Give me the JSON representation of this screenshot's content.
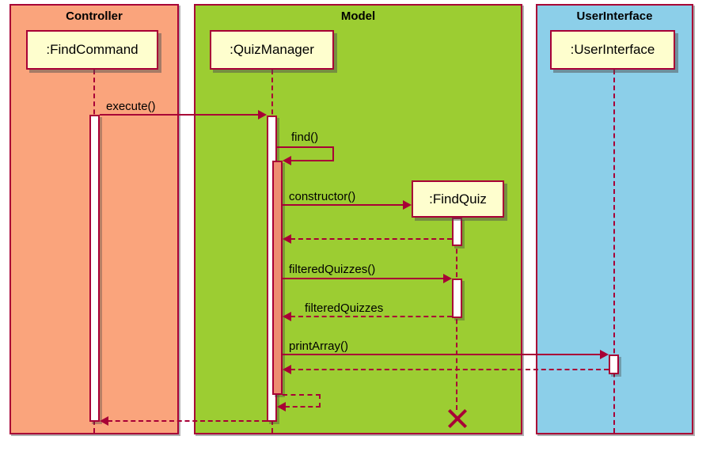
{
  "diagram_type": "uml-sequence-diagram",
  "partitions": [
    {
      "title": "Controller",
      "fill": "#FAA47C"
    },
    {
      "title": "Model",
      "fill": "#9CCD32"
    },
    {
      "title": "UserInterface",
      "fill": "#8CCFE9"
    }
  ],
  "participants": [
    {
      "label": ":FindCommand",
      "partition": "Controller"
    },
    {
      "label": ":QuizManager",
      "partition": "Model"
    },
    {
      "label": ":FindQuiz",
      "partition": "Model",
      "created_during_sequence": true
    },
    {
      "label": ":UserInterface",
      "partition": "UserInterface"
    }
  ],
  "messages": [
    {
      "seq": 1,
      "label": "execute()",
      "from": ":FindCommand",
      "to": ":QuizManager",
      "kind": "call"
    },
    {
      "seq": 2,
      "label": "find()",
      "from": ":QuizManager",
      "to": ":QuizManager",
      "kind": "self-call"
    },
    {
      "seq": 3,
      "label": "constructor()",
      "from": ":QuizManager",
      "to": ":FindQuiz",
      "kind": "create"
    },
    {
      "seq": 4,
      "label": "",
      "from": ":FindQuiz",
      "to": ":QuizManager",
      "kind": "return"
    },
    {
      "seq": 5,
      "label": "filteredQuizzes()",
      "from": ":QuizManager",
      "to": ":FindQuiz",
      "kind": "call"
    },
    {
      "seq": 6,
      "label": "filteredQuizzes",
      "from": ":FindQuiz",
      "to": ":QuizManager",
      "kind": "return"
    },
    {
      "seq": 7,
      "label": "printArray()",
      "from": ":QuizManager",
      "to": ":UserInterface",
      "kind": "call"
    },
    {
      "seq": 8,
      "label": "",
      "from": ":UserInterface",
      "to": ":QuizManager",
      "kind": "return"
    },
    {
      "seq": 9,
      "label": "",
      "from": ":QuizManager",
      "to": ":QuizManager",
      "kind": "self-return"
    },
    {
      "seq": 10,
      "label": "",
      "from": ":QuizManager",
      "to": ":FindCommand",
      "kind": "return"
    }
  ],
  "destroy_marker": {
    "participant": ":FindQuiz",
    "symbol": "X"
  },
  "colors": {
    "accent": "#A80036",
    "participant_fill": "#FEFECE",
    "controller_fill": "#FAA47C",
    "model_fill": "#9CCD32",
    "ui_fill": "#8CCFE9",
    "nested_activation_fill": "#ED8D72",
    "activation_fill": "#FFFFFF",
    "text": "#000000"
  }
}
